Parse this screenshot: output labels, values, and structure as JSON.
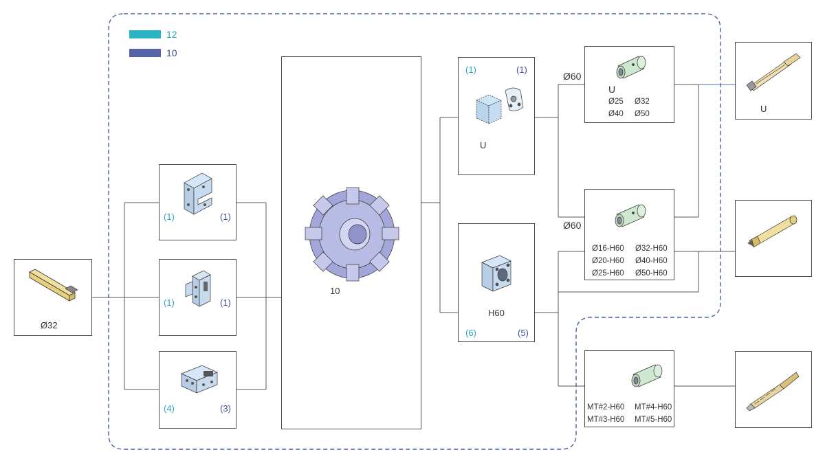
{
  "legend": [
    {
      "label": "12",
      "color": "#2cb3c4"
    },
    {
      "label": "10",
      "color": "#5565a8"
    }
  ],
  "shank_box": {
    "label": "Ø32"
  },
  "holders": [
    {
      "left_qty": "(1)",
      "right_qty": "(1)"
    },
    {
      "left_qty": "(1)",
      "right_qty": "(1)"
    },
    {
      "left_qty": "(4)",
      "right_qty": "(3)"
    }
  ],
  "turret": {
    "label": "10"
  },
  "u_holder": {
    "qty_left": "(1)",
    "qty_right": "(1)",
    "label": "U"
  },
  "h60_holder": {
    "label": "H60",
    "qty_left": "(6)",
    "qty_right": "(5)"
  },
  "sleeve_u": {
    "dia_label": "Ø60",
    "title": "U",
    "sizes": [
      "Ø25",
      "Ø32",
      "Ø40",
      "Ø50"
    ]
  },
  "sleeve_h60": {
    "dia_label": "Ø60",
    "sizes": [
      "Ø16-H60",
      "Ø32-H60",
      "Ø20-H60",
      "Ø40-H60",
      "Ø25-H60",
      "Ø50-H60"
    ]
  },
  "morse_sleeve": {
    "sizes": [
      "MT#2-H60",
      "MT#4-H60",
      "MT#3-H60",
      "MT#5-H60"
    ]
  },
  "u_drill": {
    "label": "U"
  },
  "colors": {
    "accent12": "#2aa6c4",
    "accent10": "#3d4f9c",
    "dash": "#4a5ea8",
    "line": "#4a4a4a"
  }
}
